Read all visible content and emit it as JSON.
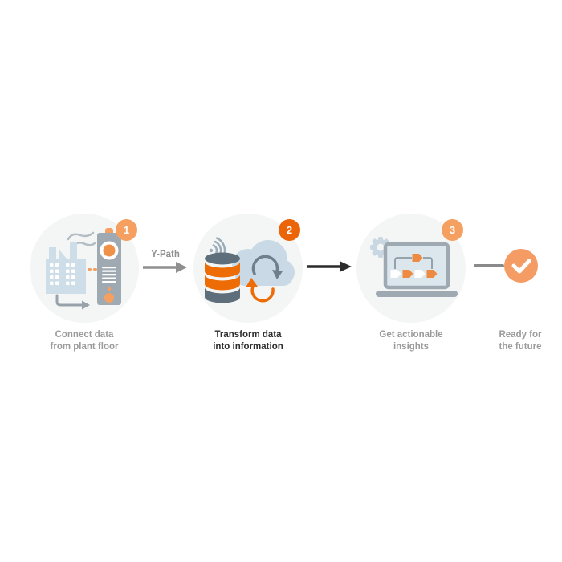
{
  "diagram": {
    "title": "data-to-insights process flow",
    "steps": [
      {
        "number": "1",
        "line1": "Connect data",
        "line2": "from plant floor",
        "icon": "factory-plc-icon",
        "active": false
      },
      {
        "number": "2",
        "line1": "Transform data",
        "line2": "into information",
        "icon": "cloud-database-sync-icon",
        "active": true
      },
      {
        "number": "3",
        "line1": "Get actionable",
        "line2": "insights",
        "icon": "laptop-analytics-icon",
        "active": false
      }
    ],
    "connectors": {
      "step1_to_step2_label": "Y-Path"
    },
    "final": {
      "line1": "Ready for",
      "line2": "the future",
      "icon": "checkmark-icon"
    }
  },
  "colors": {
    "accent_orange": "#eb6408",
    "soft_orange": "#f5a061",
    "strong_orange": "#ed6c05",
    "light_blue": "#c9dae6",
    "slate_gray": "#9fa9b2",
    "dark_slate": "#5f6e7b",
    "circle_background": "#f4f5f5",
    "muted_text": "#9b9b9b",
    "dark_text": "#2e2e2e",
    "gray_arrow": "#8f8f8f",
    "black_arrow": "#2b2b2b"
  }
}
